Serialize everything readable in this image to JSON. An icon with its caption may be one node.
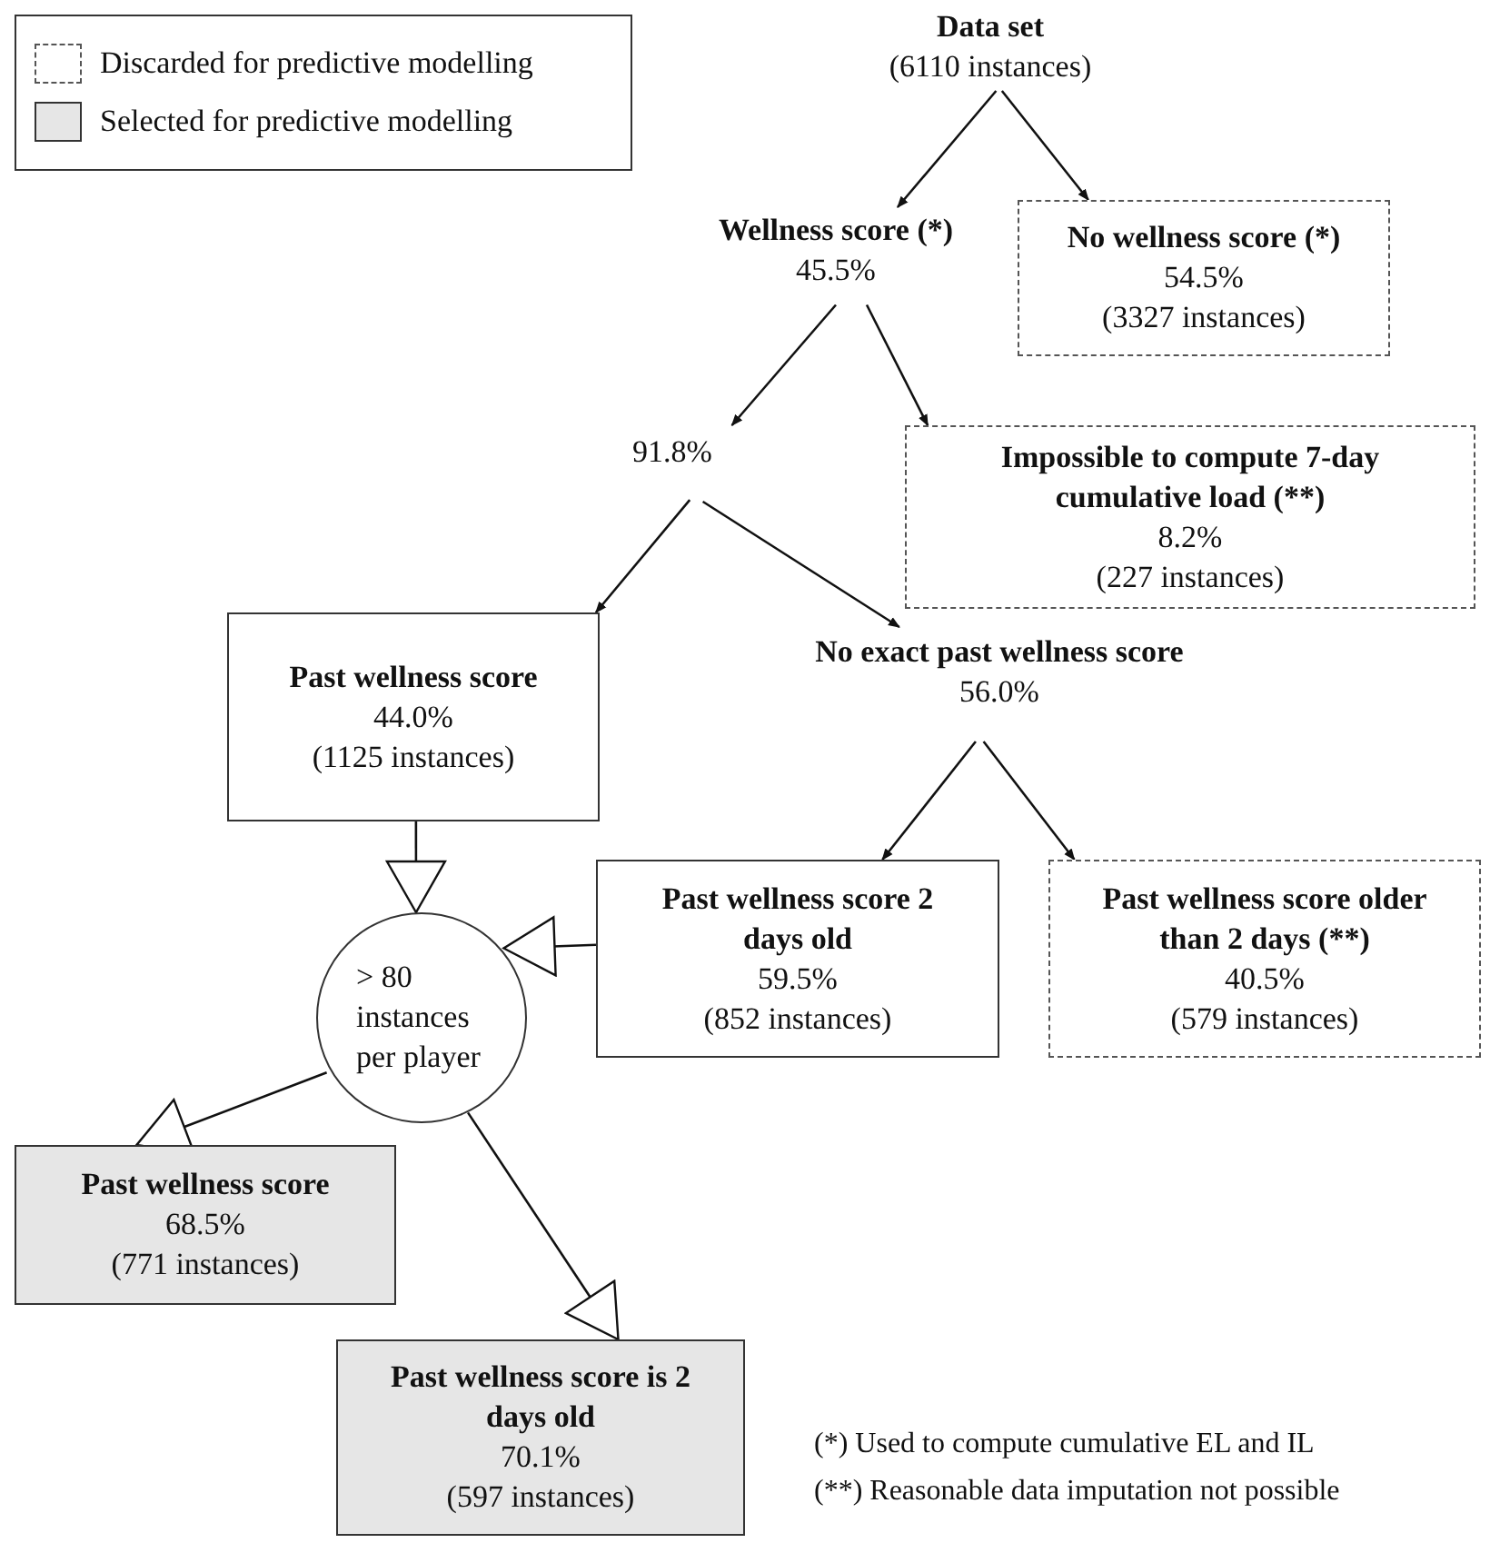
{
  "diagram": {
    "nodes": [
      {
        "text": [
          "Data set",
          "(6110 instances)"
        ]
      },
      {
        "text": [
          "Wellness score (*)",
          "45.5%"
        ]
      },
      {
        "text": [
          "No wellness score (*)",
          "54.5%",
          "(3327 instances)"
        ]
      },
      {
        "text": [
          "91.8%"
        ]
      },
      {
        "text": [
          "Impossible to compute 7-day cumulative load (**)",
          "8.2%",
          "(227 instances)"
        ]
      },
      {
        "text": [
          "Past wellness score",
          "44.0%",
          "(1125 instances)"
        ]
      },
      {
        "text": [
          "No exact past wellness score",
          "56.0%"
        ]
      },
      {
        "text": [
          "> 80 instances per player"
        ]
      },
      {
        "text": [
          "Past wellness score 2 days old",
          "59.5%",
          "(852 instances)"
        ]
      },
      {
        "text": [
          "Past wellness score older than 2 days (**)",
          "40.5%",
          "(579 instances)"
        ]
      },
      {
        "text": [
          "Past wellness score",
          "68.5%",
          "(771 instances)"
        ]
      },
      {
        "text": [
          "Past wellness score is 2 days old",
          "70.1%",
          "(597 instances)"
        ]
      }
    ],
    "edges": [
      {
        "from": 0,
        "to": 1,
        "arrow": "to"
      },
      {
        "from": 0,
        "to": 2,
        "arrow": "to"
      },
      {
        "from": 1,
        "to": 3,
        "arrow": "to"
      },
      {
        "from": 1,
        "to": 4,
        "arrow": "to"
      },
      {
        "from": 3,
        "to": 5,
        "arrow": "to"
      },
      {
        "from": 3,
        "to": 6,
        "arrow": "to"
      },
      {
        "from": 6,
        "to": 8,
        "arrow": "to"
      },
      {
        "from": 6,
        "to": 9,
        "arrow": "to"
      },
      {
        "from": 5,
        "to": 7,
        "arrow": "to"
      },
      {
        "from": 8,
        "to": 7,
        "arrow": "to"
      },
      {
        "from": 7,
        "to": 10,
        "arrow": "to"
      },
      {
        "from": 7,
        "to": 11,
        "arrow": "to"
      }
    ],
    "labels": [
      "(*) Used to compute cumulative EL and IL",
      "(**) Reasonable data imputation not possible"
    ],
    "legend": [
      {
        "text": "Discarded for predictive modelling"
      },
      {
        "text": "Selected for predictive modelling",
        "color": "#e6e6e6"
      }
    ]
  }
}
